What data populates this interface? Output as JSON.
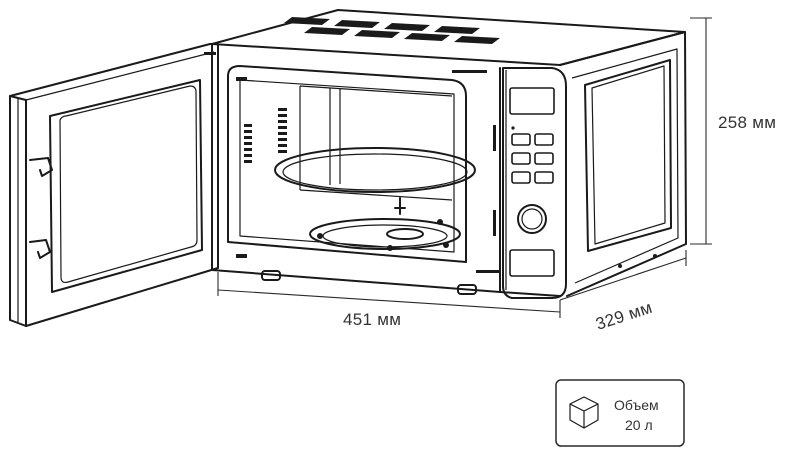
{
  "dimensions": {
    "height": "258 мм",
    "width": "451 мм",
    "depth": "329 мм"
  },
  "volume_badge": {
    "icon": "cube-icon",
    "line1": "Объем",
    "line2": "20 л"
  },
  "colors": {
    "line": "#1a1a1a",
    "text": "#333333",
    "background": "#ffffff"
  }
}
